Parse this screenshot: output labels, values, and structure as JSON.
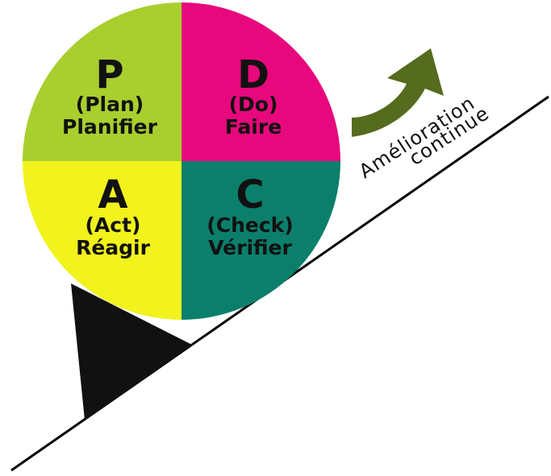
{
  "cycle": {
    "plan": {
      "letter": "P",
      "english": "(Plan)",
      "french": "Planifier",
      "color": "#a8cf2e"
    },
    "do": {
      "letter": "D",
      "english": "(Do)",
      "french": "Faire",
      "color": "#e8087d"
    },
    "act": {
      "letter": "A",
      "english": "(Act)",
      "french": "Réagir",
      "color": "#f2f21c"
    },
    "check": {
      "letter": "C",
      "english": "(Check)",
      "french": "Vérifier",
      "color": "#0b7f6b"
    }
  },
  "slope": {
    "label_line1": "Amélioration",
    "label_line2": "continue",
    "line_color": "#000000",
    "wedge_color": "#111111"
  },
  "arrow": {
    "icon": "curved-up-arrow-icon",
    "color": "#556b1d"
  }
}
